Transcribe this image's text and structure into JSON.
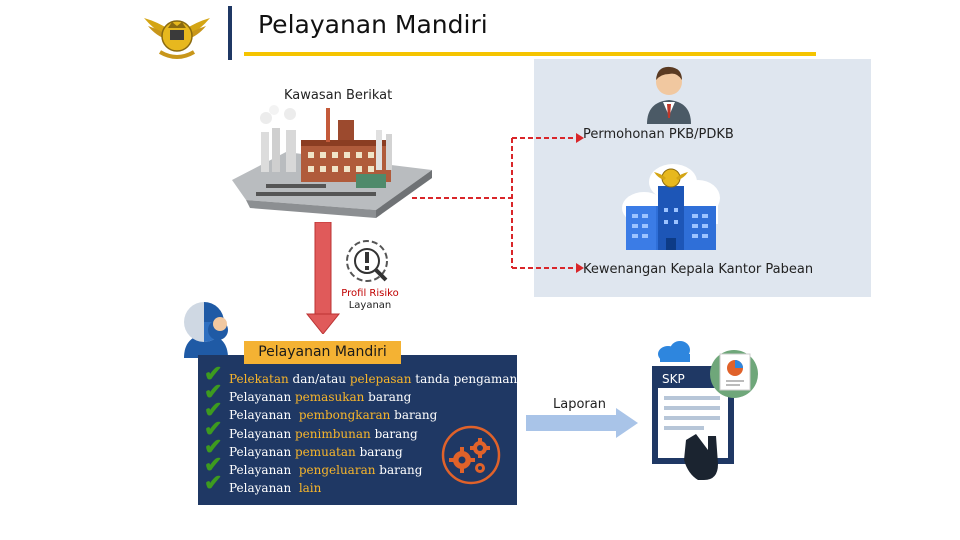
{
  "header": {
    "title": "Pelayanan Mandiri"
  },
  "diagram": {
    "kawasan_label": "Kawasan Berikat",
    "permohonan_label": "Permohonan PKB/PDKB",
    "kewenangan_label": "Kewenangan Kepala Kantor Pabean",
    "profil_label": "Profil Risiko",
    "layanan_label": "Layanan",
    "laporan_label": "Laporan",
    "skp_label": "SKP"
  },
  "pelayanan_mandiri": {
    "title": "Pelayanan Mandiri",
    "items": [
      {
        "plain1": "",
        "hl1": "Pelekatan",
        "plain2": " dan/atau ",
        "hl2": "pelepasan",
        "plain3": " tanda pengaman"
      },
      {
        "plain1": "Pelayanan ",
        "hl1": "pemasukan",
        "plain2": " barang",
        "hl2": "",
        "plain3": ""
      },
      {
        "plain1": "Pelayanan  ",
        "hl1": "pembongkaran",
        "plain2": " barang",
        "hl2": "",
        "plain3": ""
      },
      {
        "plain1": "Pelayanan ",
        "hl1": "penimbunan",
        "plain2": " barang",
        "hl2": "",
        "plain3": ""
      },
      {
        "plain1": "Pelayanan ",
        "hl1": "pemuatan",
        "plain2": " barang",
        "hl2": "",
        "plain3": ""
      },
      {
        "plain1": "Pelayanan  ",
        "hl1": "pengeluaran",
        "plain2": " barang",
        "hl2": "",
        "plain3": ""
      },
      {
        "plain1": "Pelayanan  ",
        "hl1": "lain",
        "plain2": "",
        "hl2": "",
        "plain3": ""
      }
    ]
  },
  "colors": {
    "navy": "#1f3864",
    "gold": "#f5c400",
    "orange": "#f4b233",
    "red_dashed": "#d9262a",
    "check_green": "#3d9b1f",
    "panel_bg": "#dfe6ef"
  }
}
